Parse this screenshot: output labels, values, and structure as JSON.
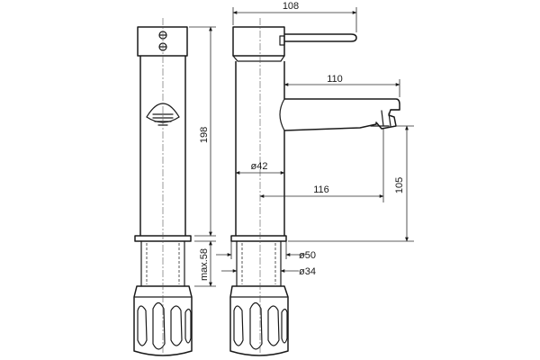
{
  "dimensions": {
    "width_total": "108",
    "spout_length": "110",
    "height_total": "198",
    "body_diameter": "ø42",
    "spout_reach": "116",
    "spout_height": "105",
    "base_diameter": "ø50",
    "thread_diameter": "ø34",
    "max_thread_length": "max.58"
  }
}
